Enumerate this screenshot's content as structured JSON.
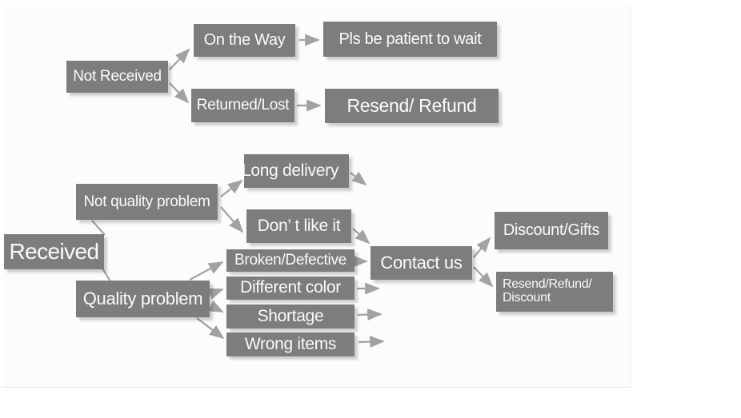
{
  "colors": {
    "node_bg": "#7d7d7d",
    "node_text": "#fafafa",
    "arrow": "#a2a2a2",
    "canvas_bg": "#fcfcfc"
  },
  "nodes": {
    "not_received": "Not Received",
    "on_the_way": "On the Way",
    "pls_be_patient": "Pls be patient to wait",
    "returned_lost": "Returned/Lost",
    "resend_refund": "Resend/ Refund",
    "received": "Received",
    "not_quality_problem": "Not quality problem",
    "long_delivery": "Long delivery",
    "dont_like_it": "Don’ t like it",
    "quality_problem": "Quality problem",
    "broken_defective": "Broken/Defective",
    "different_color": "Different color",
    "shortage": "Shortage",
    "wrong_items": "Wrong items",
    "contact_us": "Contact us",
    "discount_gifts": "Discount/Gifts",
    "resend_refund_discount_line1": "Resend/Refund/",
    "resend_refund_discount_line2": "Discount"
  },
  "edges": [
    {
      "from": "Not Received",
      "to": "On the Way"
    },
    {
      "from": "Not Received",
      "to": "Returned/Lost"
    },
    {
      "from": "On the Way",
      "to": "Pls be patient to wait"
    },
    {
      "from": "Returned/Lost",
      "to": "Resend/ Refund"
    },
    {
      "from": "Received",
      "to": "Not quality problem"
    },
    {
      "from": "Received",
      "to": "Quality problem"
    },
    {
      "from": "Not quality problem",
      "to": "Long delivery"
    },
    {
      "from": "Not quality problem",
      "to": "Don’ t like it"
    },
    {
      "from": "Long delivery",
      "to": "Contact us"
    },
    {
      "from": "Don’ t like it",
      "to": "Contact us"
    },
    {
      "from": "Quality problem",
      "to": "Broken/Defective"
    },
    {
      "from": "Quality problem",
      "to": "Different color"
    },
    {
      "from": "Quality problem",
      "to": "Shortage"
    },
    {
      "from": "Quality problem",
      "to": "Wrong items"
    },
    {
      "from": "Broken/Defective",
      "to": "Contact us"
    },
    {
      "from": "Different color",
      "to": "Contact us"
    },
    {
      "from": "Shortage",
      "to": "Contact us"
    },
    {
      "from": "Wrong items",
      "to": "Contact us"
    },
    {
      "from": "Contact us",
      "to": "Discount/Gifts"
    },
    {
      "from": "Contact us",
      "to": "Resend/Refund/Discount"
    }
  ]
}
